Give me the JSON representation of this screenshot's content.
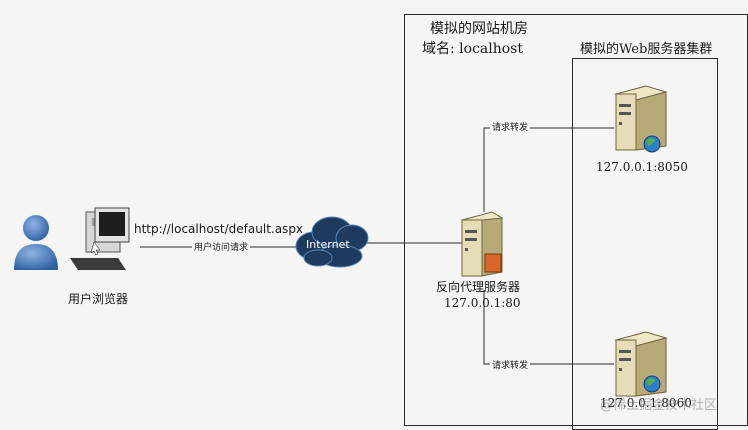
{
  "datacenter": {
    "title": "模拟的网站机房",
    "domain": "域名: localhost"
  },
  "webfarm": {
    "title": "模拟的Web服务器集群",
    "server1_addr": "127.0.0.1:8050",
    "server2_addr": "127.0.0.1:8060"
  },
  "proxy": {
    "name": "反向代理服务器",
    "addr": "127.0.0.1:80"
  },
  "client": {
    "label": "用户浏览器",
    "url": "http://localhost/default.aspx",
    "request_label": "用户访问请求"
  },
  "cloud": {
    "label": "Internet"
  },
  "edges": {
    "forward_top": "请求转发",
    "forward_bottom": "请求转发"
  },
  "watermark": "@稀土掘金技术社区",
  "colors": {
    "line": "#2a2a2a",
    "server_body": "#e6dcb8",
    "server_dark": "#b8aa78",
    "cloud": "#1f3a5f",
    "person": "#4a78b8",
    "proxy_accent": "#d9692a"
  },
  "icons": [
    "user-icon",
    "computer-icon",
    "cloud-icon",
    "server-icon",
    "globe-icon"
  ]
}
